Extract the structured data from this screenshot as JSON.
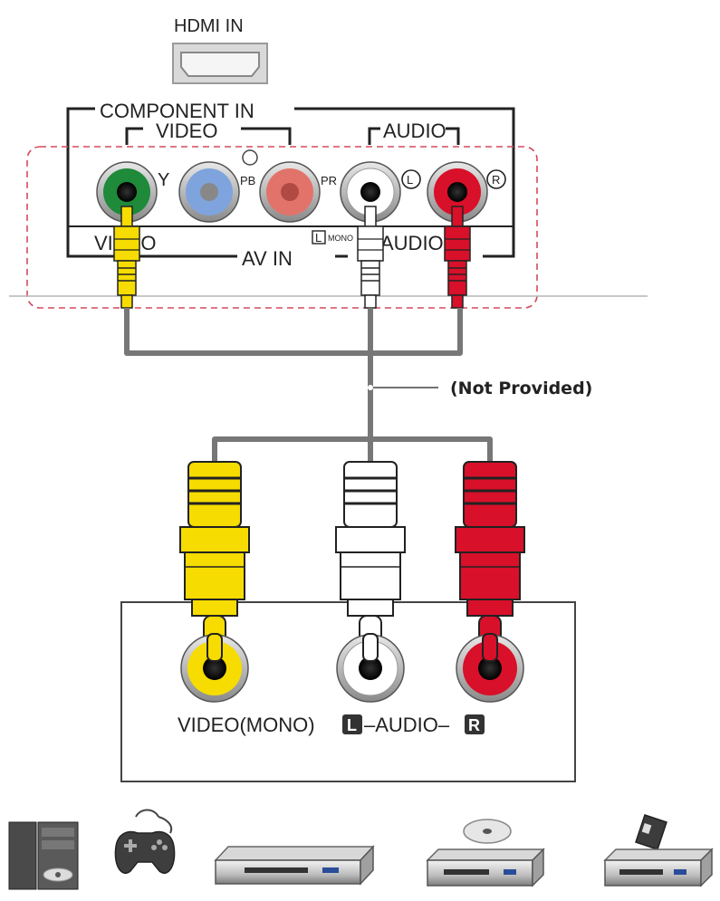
{
  "hdmi": {
    "label": "HDMI IN"
  },
  "component": {
    "title": "COMPONENT IN",
    "video_label": "VIDEO",
    "audio_label": "AUDIO",
    "y_label": "Y",
    "pb_label": "PB",
    "pr_label": "PR",
    "l_label": "L",
    "r_label": "R"
  },
  "av_in": {
    "title": "AV IN",
    "video_label": "VIDEO",
    "audio_label": "AUDIO",
    "mono_label": "MONO"
  },
  "cable": {
    "note": "(Not Provided)"
  },
  "device": {
    "video_mono_label": "VIDEO(MONO)",
    "l_badge": "L",
    "audio_label": "–AUDIO–",
    "r_badge": "R"
  },
  "colors": {
    "green": "#1e8a3a",
    "blue": "#7fa3dc",
    "pink": "#e2736a",
    "white": "#ffffff",
    "red": "#d8102a",
    "yellow": "#f6dc00",
    "cable": "#777777",
    "dash": "#d44a5f"
  },
  "icons": [
    "pc-icon",
    "game-controller-icon",
    "dvd-player-icon",
    "disc-player-icon",
    "video-player-icon"
  ]
}
